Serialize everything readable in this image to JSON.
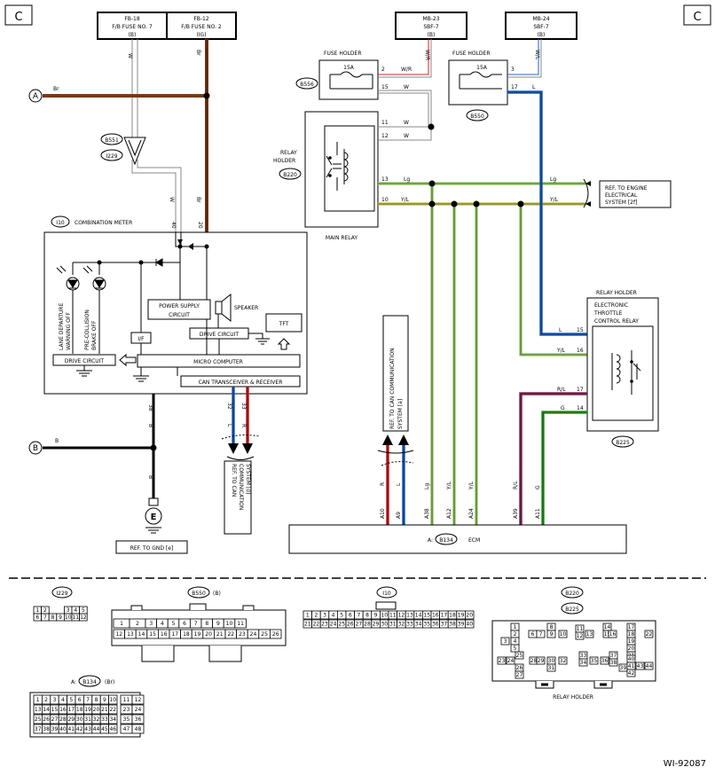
{
  "corner_labels": {
    "left": "C",
    "right": "C"
  },
  "fuses_top": [
    {
      "id": "fb18",
      "l1": "FB-18",
      "l2": "F/B FUSE NO. 7",
      "l3": "(B)"
    },
    {
      "id": "fb12",
      "l1": "FB-12",
      "l2": "F/B FUSE NO. 2",
      "l3": "(IG)"
    },
    {
      "id": "mb23",
      "l1": "MB-23",
      "l2": "SBF-7",
      "l3": "(B)"
    },
    {
      "id": "mb24",
      "l1": "MB-24",
      "l2": "SBF-7",
      "l3": "(B)"
    }
  ],
  "connector_tags": {
    "b556": "B556",
    "b550": "B550",
    "b220": "B220",
    "b225": "B225",
    "b551": "B551",
    "i229": "I229",
    "i10": "I10",
    "b134": "B134"
  },
  "holders": {
    "fuse_holder_1": "FUSE HOLDER",
    "fuse_holder_2": "FUSE HOLDER",
    "relay_holder_l1": "RELAY",
    "relay_holder_l2": "HOLDER",
    "relay_holder_right": "RELAY HOLDER",
    "main_relay": "MAIN RELAY",
    "etc_relay_l1": "ELECTRONIC",
    "etc_relay_l2": "THROTTLE",
    "etc_relay_l3": "CONTROL RELAY",
    "fuse_15a_1": "15A",
    "fuse_15a_2": "15A"
  },
  "wire_colors": {
    "w": "W",
    "br": "Br",
    "wr": "W/R",
    "wl": "W/L",
    "l": "L",
    "lg": "Lg",
    "yl": "Y/L",
    "rl": "R/L",
    "g": "G",
    "r": "R",
    "b": "B"
  },
  "pins": {
    "p2": "2",
    "p3": "3",
    "p15": "15",
    "p17": "17",
    "p11": "11",
    "p12": "12",
    "p13": "13",
    "p10": "10",
    "p40": "40",
    "p20": "20",
    "p38": "38",
    "p32": "32",
    "p33": "33",
    "r15": "15",
    "r16": "16",
    "r17": "17",
    "r14": "14",
    "a10": "A10",
    "a9": "A9",
    "a38": "A38",
    "a12": "A12",
    "a24": "A24",
    "a39": "A39",
    "a11": "A11"
  },
  "meter": {
    "title": "COMBINATION METER",
    "lane_l1": "LANE DEPARTURE",
    "lane_l2": "WARNING OFF",
    "pre_l1": "PRE-COLLISION",
    "pre_l2": "BRAKE OFF",
    "drive_left": "DRIVE CIRCUIT",
    "power_l1": "POWER SUPPLY",
    "power_l2": "CIRCUIT",
    "speaker": "SPEAKER",
    "drive_mid": "DRIVE CIRCUIT",
    "tft": "TFT",
    "if": "I/F",
    "micro": "MICRO COMPUTER",
    "can": "CAN TRANSCEIVER & RECEIVER"
  },
  "refs": {
    "engine_l1": "REF. TO ENGINE",
    "engine_l2": "ELECTRICAL",
    "engine_l3": "SYSTEM [2f]",
    "can_vert_l1": "REF. TO CAN COMMUNICATION",
    "can_vert_l2": "SYSTEM [a]",
    "can_bot_l1": "REF. TO CAN",
    "can_bot_l2": "COMMUNICATION",
    "can_bot_l3": "SYSTEM [d]",
    "gnd": "REF. TO GND [e]"
  },
  "nodes": {
    "a": "A",
    "b": "B",
    "e": "E"
  },
  "ecm": {
    "prefix": "A:",
    "label": "ECM"
  },
  "connectors": {
    "i229": {
      "row1": [
        "1",
        "2",
        "",
        "3",
        "4",
        "5"
      ],
      "row2": [
        "6",
        "7",
        "8",
        "9",
        "10",
        "11",
        "12"
      ]
    },
    "b550_suffix": "(B)",
    "b550": {
      "row1": [
        "1",
        "2",
        "3",
        "4",
        "5",
        "6",
        "7",
        "8",
        "9",
        "10",
        "11"
      ],
      "row2": [
        "12",
        "13",
        "14",
        "15",
        "16",
        "17",
        "18",
        "19",
        "20",
        "21",
        "22",
        "23",
        "24",
        "25",
        "26"
      ]
    },
    "i10": {
      "row1": [
        "1",
        "2",
        "3",
        "4",
        "5",
        "6",
        "7",
        "8",
        "9",
        "10",
        "11",
        "12",
        "13",
        "14",
        "15",
        "16",
        "17",
        "18",
        "19",
        "20"
      ],
      "row2": [
        "21",
        "22",
        "23",
        "24",
        "25",
        "26",
        "27",
        "28",
        "29",
        "30",
        "31",
        "32",
        "33",
        "34",
        "35",
        "36",
        "37",
        "38",
        "39",
        "40"
      ]
    },
    "b134_prefix": "A:",
    "b134_suffix": "(Br)",
    "b134": [
      [
        "1",
        "2",
        "3",
        "4",
        "5",
        "6",
        "7",
        "8",
        "9",
        "10",
        "11",
        "12"
      ],
      [
        "13",
        "14",
        "15",
        "16",
        "17",
        "18",
        "19",
        "20",
        "21",
        "22",
        "23",
        "24"
      ],
      [
        "25",
        "26",
        "27",
        "28",
        "29",
        "30",
        "31",
        "32",
        "33",
        "34",
        "35",
        "36"
      ],
      [
        "37",
        "38",
        "39",
        "40",
        "41",
        "42",
        "43",
        "44",
        "45",
        "46",
        "47",
        "48"
      ]
    ],
    "relay_pins": [
      "1",
      "2",
      "3",
      "4",
      "5",
      "6",
      "7",
      "8",
      "9",
      "10",
      "11",
      "12",
      "13",
      "14",
      "15",
      "16",
      "17",
      "18",
      "19",
      "20",
      "21",
      "22",
      "23",
      "24",
      "25",
      "26",
      "27",
      "28",
      "29",
      "30",
      "31",
      "32",
      "33",
      "34",
      "35",
      "36",
      "37",
      "38",
      "39",
      "40",
      "41",
      "42",
      "43",
      "44"
    ],
    "relay_holder_label": "RELAY HOLDER"
  },
  "figure_id": "WI-92087"
}
